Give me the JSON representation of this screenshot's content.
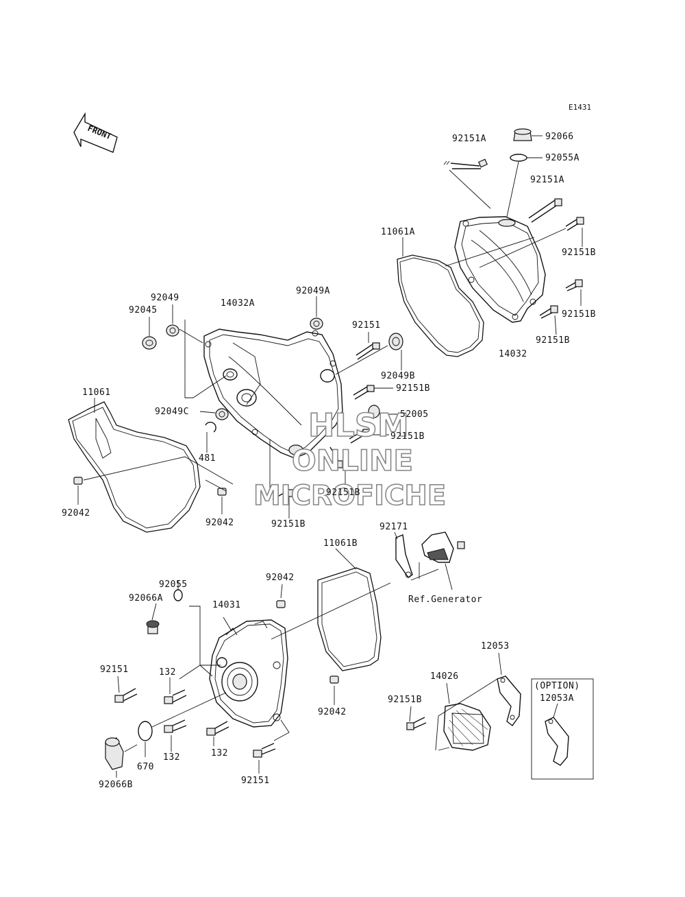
{
  "diagram_code": "E1431",
  "front_label": "FRONT",
  "ref_label": "Ref.Generator",
  "option": {
    "title": "(OPTION)",
    "part": "12053A"
  },
  "watermark": {
    "line1": "HLSM",
    "line2": "ONLINE",
    "line3": "MICROFICHE"
  },
  "labels": {
    "p92066": "92066",
    "p92055A": "92055A",
    "p92151A_top": "92151A",
    "p92151A_right": "92151A",
    "p92151B_r1": "92151B",
    "p92151B_r2": "92151B",
    "p92151B_r3": "92151B",
    "p14032": "14032",
    "p11061A": "11061A",
    "p92049A": "92049A",
    "p14032A": "14032A",
    "p92049": "92049",
    "p92045": "92045",
    "p92151_mid": "92151",
    "p92049B": "92049B",
    "p92151B_m1": "92151B",
    "p52005": "52005",
    "p92151B_m2": "92151B",
    "p92151B_m3": "92151B",
    "p92151B_m4": "92151B",
    "p92049C": "92049C",
    "p481": "481",
    "p11061": "11061",
    "p92042_l1": "92042",
    "p92042_l2": "92042",
    "p92171": "92171",
    "p11061B": "11061B",
    "p92042_b1": "92042",
    "p92055": "92055",
    "p92066A": "92066A",
    "p14031": "14031",
    "p92151_b1": "92151",
    "p132_a": "132",
    "p132_b": "132",
    "p132_c": "132",
    "p670": "670",
    "p92066B": "92066B",
    "p92151_b2": "92151",
    "p92042_b2": "92042",
    "p12053": "12053",
    "p14026": "14026",
    "p92151B_b": "92151B"
  }
}
